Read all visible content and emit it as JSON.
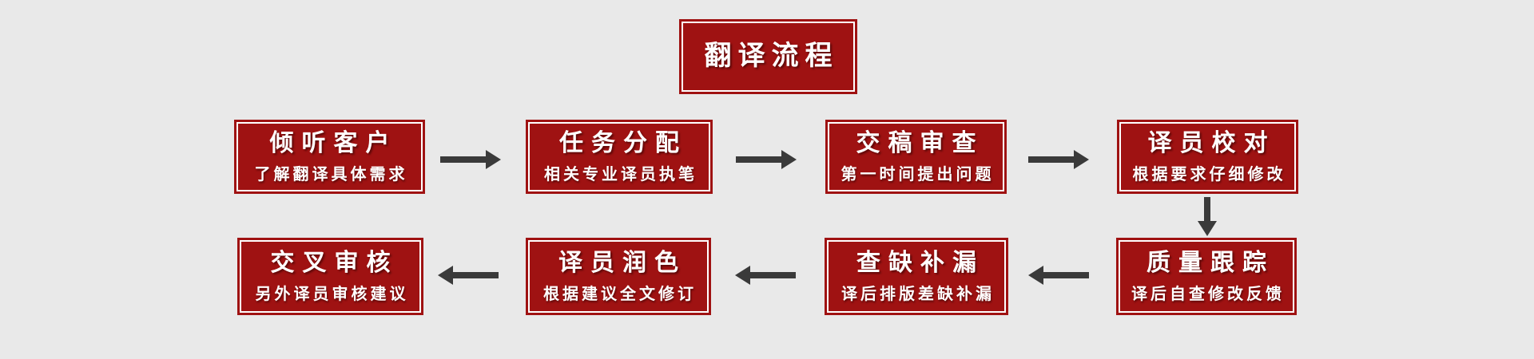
{
  "colors": {
    "background": "#e9e9e9",
    "box-red": "#9f1212",
    "inner-border": "#ffffff",
    "box-text": "#ffffff",
    "arrow": "#3a3a3a"
  },
  "title": {
    "label": "翻译流程"
  },
  "steps": [
    {
      "order": 1,
      "title": "倾听客户",
      "subtitle": "了解翻译具体需求"
    },
    {
      "order": 2,
      "title": "任务分配",
      "subtitle": "相关专业译员执笔"
    },
    {
      "order": 3,
      "title": "交稿审查",
      "subtitle": "第一时间提出问题"
    },
    {
      "order": 4,
      "title": "译员校对",
      "subtitle": "根据要求仔细修改"
    },
    {
      "order": 5,
      "title": "质量跟踪",
      "subtitle": "译后自查修改反馈"
    },
    {
      "order": 6,
      "title": "查缺补漏",
      "subtitle": "译后排版差缺补漏"
    },
    {
      "order": 7,
      "title": "译员润色",
      "subtitle": "根据建议全文修订"
    },
    {
      "order": 8,
      "title": "交叉审核",
      "subtitle": "另外译员审核建议"
    }
  ],
  "arrows": [
    {
      "from": "倾听客户",
      "to": "任务分配",
      "direction": "right"
    },
    {
      "from": "任务分配",
      "to": "交稿审查",
      "direction": "right"
    },
    {
      "from": "交稿审查",
      "to": "译员校对",
      "direction": "right"
    },
    {
      "from": "译员校对",
      "to": "质量跟踪",
      "direction": "down"
    },
    {
      "from": "质量跟踪",
      "to": "查缺补漏",
      "direction": "left"
    },
    {
      "from": "查缺补漏",
      "to": "译员润色",
      "direction": "left"
    },
    {
      "from": "译员润色",
      "to": "交叉审核",
      "direction": "left"
    }
  ]
}
